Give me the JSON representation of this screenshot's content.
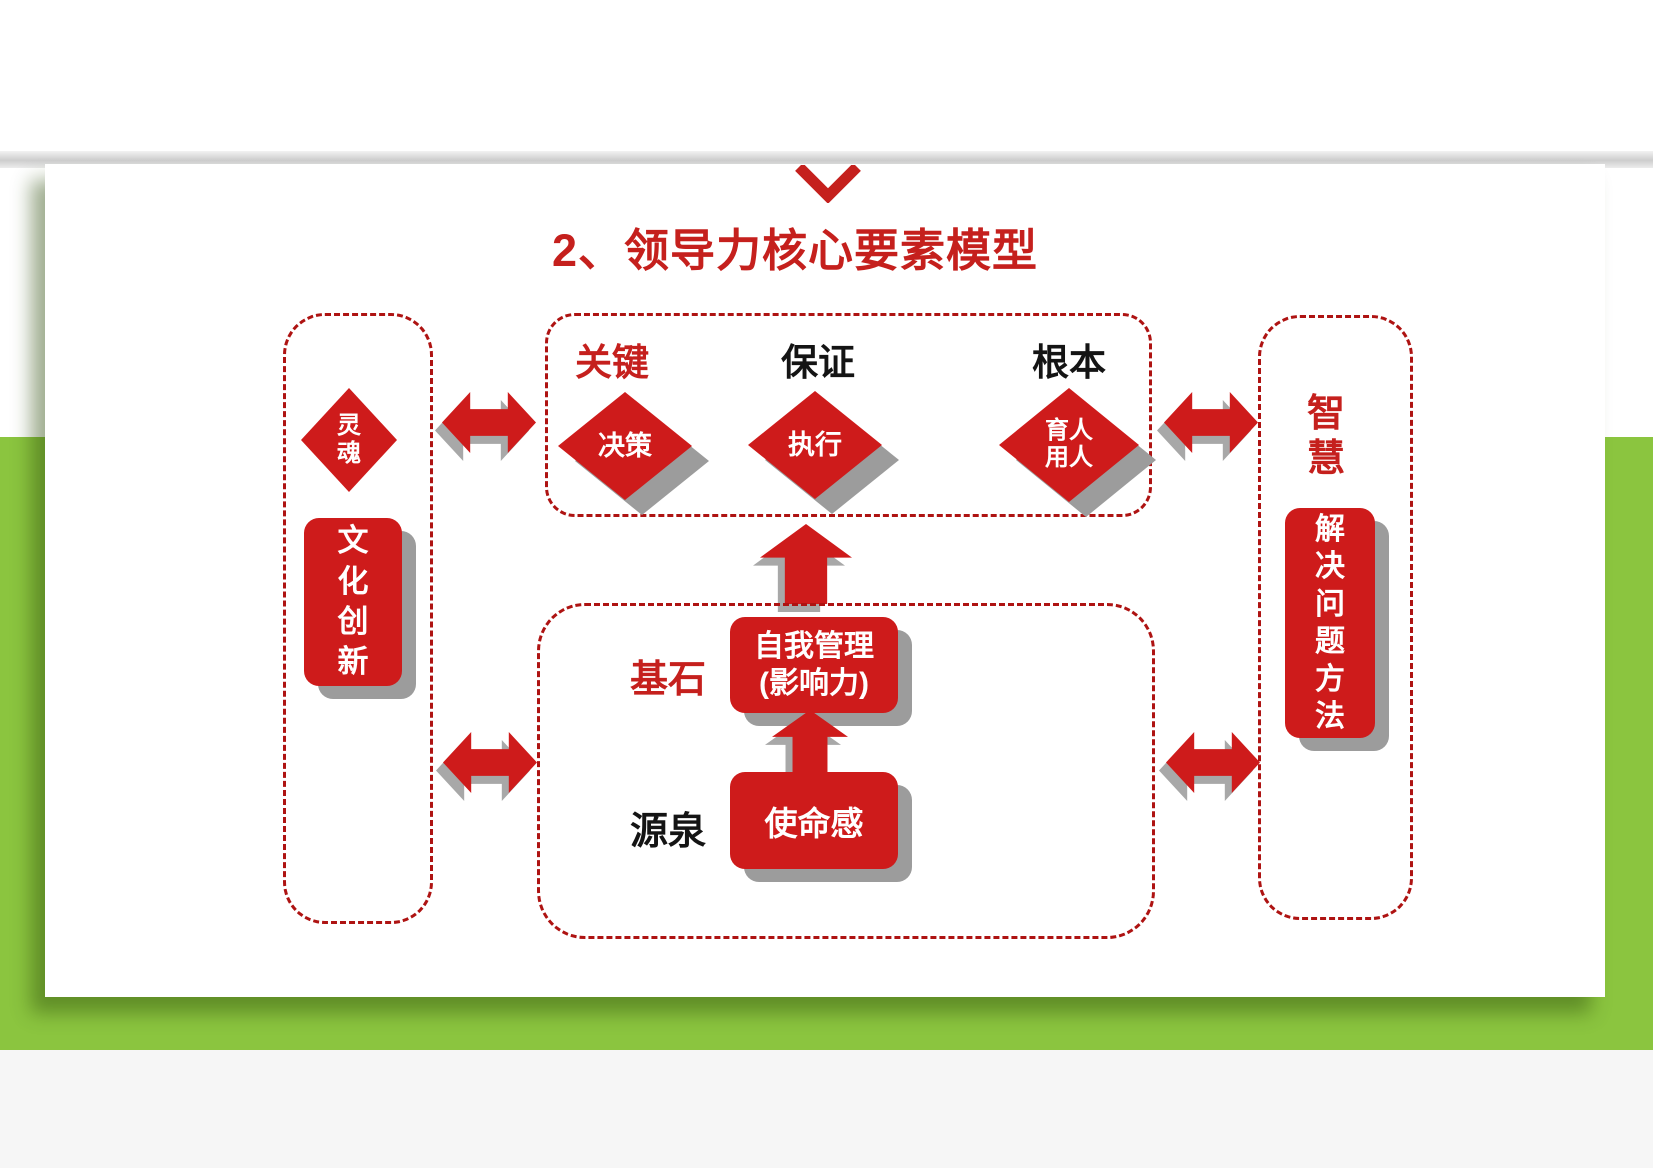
{
  "slide": {
    "title": "2、领导力核心要素模型"
  },
  "top_panel": {
    "label_key": "关键",
    "label_guarantee": "保证",
    "label_root": "根本",
    "diamond_decision": "决策",
    "diamond_execution": "执行",
    "diamond_people": "育人\n用人"
  },
  "left_panel": {
    "diamond_soul": "灵魂",
    "box_culture": "文化创新"
  },
  "right_panel": {
    "label_wisdom": "智慧",
    "box_method": "解决问题方法"
  },
  "bottom_panel": {
    "label_cornerstone": "基石",
    "label_source": "源泉",
    "box_self_management": "自我管理\n(影响力)",
    "box_mission": "使命感"
  },
  "colors": {
    "red_fill": "#ce1b1b",
    "red_text": "#c5201d",
    "dashed_border_red": "#ae1312",
    "background_green": "#8bc53f",
    "shadow_gray": "#9c9c9c",
    "black_text": "#141414",
    "white_text": "#ffffff"
  }
}
